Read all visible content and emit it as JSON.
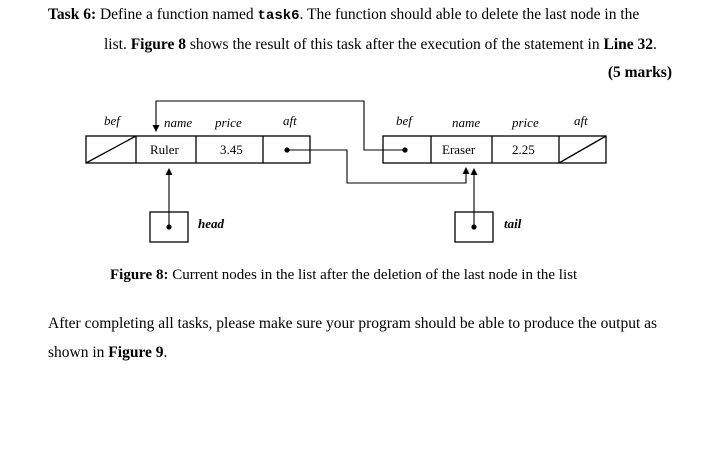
{
  "task": {
    "label": "Task 6:",
    "line1_a": " Define a function named ",
    "func_name": "task6",
    "line1_b": ". The function should able to delete the last node in the",
    "line2_a": "list. ",
    "fig_ref": "Figure 8",
    "line2_b": " shows the result of this task after the execution of the statement in ",
    "line_ref": "Line 32",
    "line2_c": ".",
    "marks": "(5 marks)"
  },
  "diagram": {
    "node1": {
      "headers": {
        "bef": "bef",
        "name": "name",
        "price": "price",
        "aft": "aft"
      },
      "name": "Ruler",
      "price": "3.45"
    },
    "node2": {
      "headers": {
        "bef": "bef",
        "name": "name",
        "price": "price",
        "aft": "aft"
      },
      "name": "Eraser",
      "price": "2.25"
    },
    "head_label": "head",
    "tail_label": "tail"
  },
  "caption": {
    "label": "Figure 8:",
    "text": " Current nodes in the list after the deletion of the last node in the list"
  },
  "closing": {
    "line1": "After completing all tasks, please make sure your program should be able to produce the output as",
    "line2_a": "shown in ",
    "fig_ref": "Figure 9",
    "line2_b": "."
  }
}
